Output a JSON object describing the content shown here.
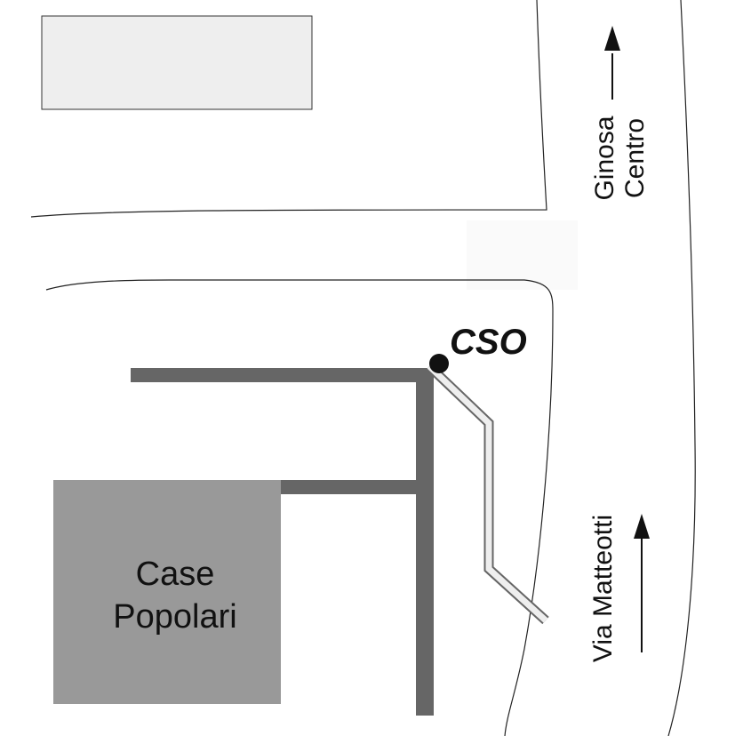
{
  "map": {
    "labels": {
      "cso": "CSO",
      "case_popolari_line1": "Case",
      "case_popolari_line2": "Popolari",
      "ginosa": "Ginosa",
      "centro": "Centro",
      "via_matteotti": "Via Matteotti"
    },
    "colors": {
      "background": "#ffffff",
      "road_edge": "#222222",
      "top_block_fill": "#eeeeee",
      "building_fill": "#999999",
      "dark_path": "#666666",
      "light_path_fill": "#eeeeee",
      "marker": "#111111"
    }
  }
}
